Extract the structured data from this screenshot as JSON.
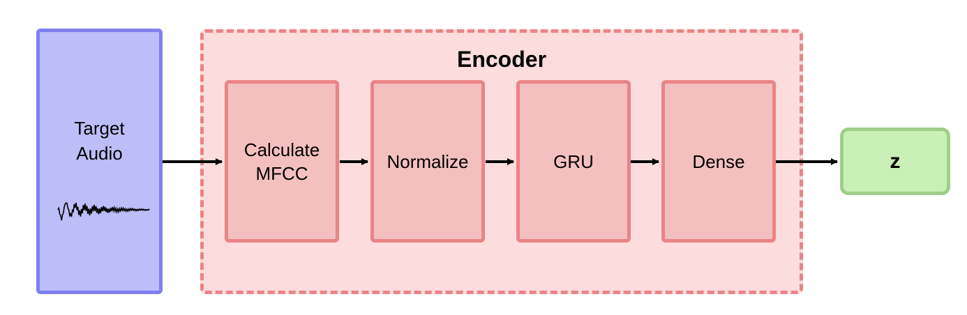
{
  "input": {
    "label_line1": "Target",
    "label_line2": "Audio"
  },
  "encoder": {
    "title": "Encoder",
    "steps": [
      {
        "line1": "Calculate",
        "line2": "MFCC"
      },
      {
        "line1": "Normalize",
        "line2": ""
      },
      {
        "line1": "GRU",
        "line2": ""
      },
      {
        "line1": "Dense",
        "line2": ""
      }
    ]
  },
  "output": {
    "label": "z"
  },
  "colors": {
    "input_fill": "#bdbdf8",
    "input_border": "#7f7ff2",
    "encoder_fill": "#fcdcdd",
    "encoder_border": "#ea8485",
    "step_fill": "#f4bfbf",
    "output_fill": "#c9f0b6",
    "output_border": "#9fce8a",
    "arrow": "#000000"
  }
}
